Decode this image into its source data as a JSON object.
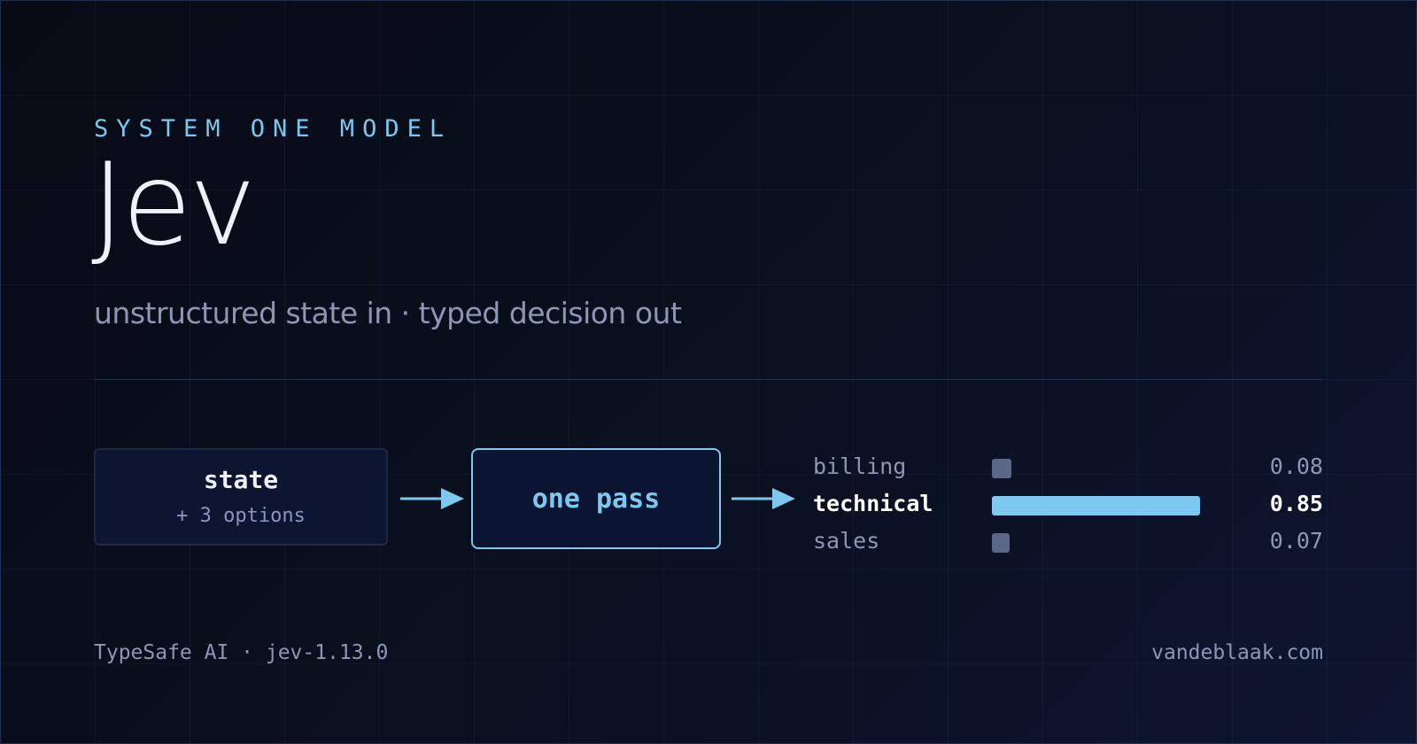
{
  "header": {
    "eyebrow": "SYSTEM ONE MODEL",
    "title": "Jev",
    "subtitle": "unstructured state in · typed decision out"
  },
  "flow": {
    "input": {
      "title": "state",
      "subtitle": "+ 3 options"
    },
    "process": {
      "label": "one pass"
    },
    "outputs": [
      {
        "label": "billing",
        "value": 0.08,
        "value_text": "0.08",
        "selected": false
      },
      {
        "label": "technical",
        "value": 0.85,
        "value_text": "0.85",
        "selected": true
      },
      {
        "label": "sales",
        "value": 0.07,
        "value_text": "0.07",
        "selected": false
      }
    ]
  },
  "footer": {
    "left": "TypeSafe AI · jev-1.13.0",
    "right": "vandeblaak.com"
  },
  "colors": {
    "accent": "#7cc8f0",
    "background": "#0a1020",
    "muted_text": "#8d97b5",
    "inactive_bar": "#5b6788"
  }
}
